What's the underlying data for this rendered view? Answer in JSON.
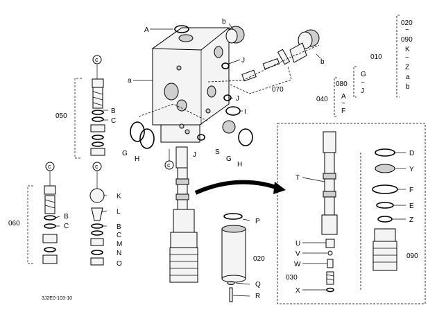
{
  "callouts": {
    "A": "A",
    "B": "B",
    "C": "C",
    "D": "D",
    "E": "E",
    "F": "F",
    "G": "G",
    "H": "H",
    "I": "I",
    "J": "J",
    "K": "K",
    "L": "L",
    "M": "M",
    "N": "N",
    "O": "O",
    "P": "P",
    "Q": "Q",
    "R": "R",
    "S": "S",
    "T": "T",
    "U": "U",
    "V": "V",
    "W": "W",
    "X": "X",
    "Y": "Y",
    "Z": "Z",
    "a": "a",
    "b": "b",
    "c": "c"
  },
  "groups": {
    "g010": "010",
    "g020": "020",
    "g030": "030",
    "g040": "040",
    "g050": "050",
    "g060": "060",
    "g070": "070",
    "g080": "080",
    "g090": "090"
  },
  "legend_010": [
    "020",
    "~",
    "090",
    "K",
    "~",
    "Z",
    "a",
    "b"
  ],
  "legend_040": [
    "080",
    "A",
    "~",
    "F"
  ],
  "legend_GJ": [
    "G",
    "~",
    "J"
  ],
  "figure_code": "3J2E0-103-10"
}
